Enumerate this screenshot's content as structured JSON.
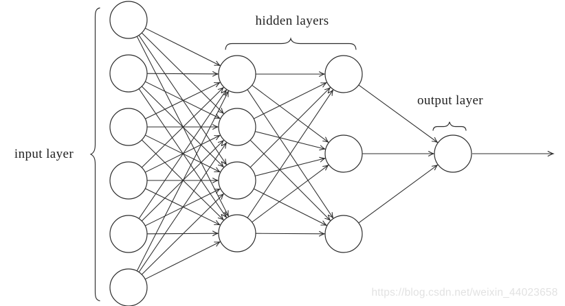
{
  "diagram": {
    "kind": "feedforward-neural-network",
    "labels": {
      "input": "input layer",
      "hidden": "hidden layers",
      "output": "output layer"
    },
    "network": {
      "layers": [
        {
          "name": "input",
          "neurons": 6
        },
        {
          "name": "hidden-1",
          "neurons": 4
        },
        {
          "name": "hidden-2",
          "neurons": 3
        },
        {
          "name": "output",
          "neurons": 1
        }
      ],
      "connectivity": "fully-connected-between-adjacent-layers",
      "output_arrow": "arrow exiting output node to the right"
    },
    "colors": {
      "stroke": "#2b2b2b",
      "node_fill": "#ffffff",
      "watermark": "#e2e2e2",
      "background": "#ffffff"
    },
    "watermark": "https://blog.csdn.net/weixin_44023658"
  }
}
